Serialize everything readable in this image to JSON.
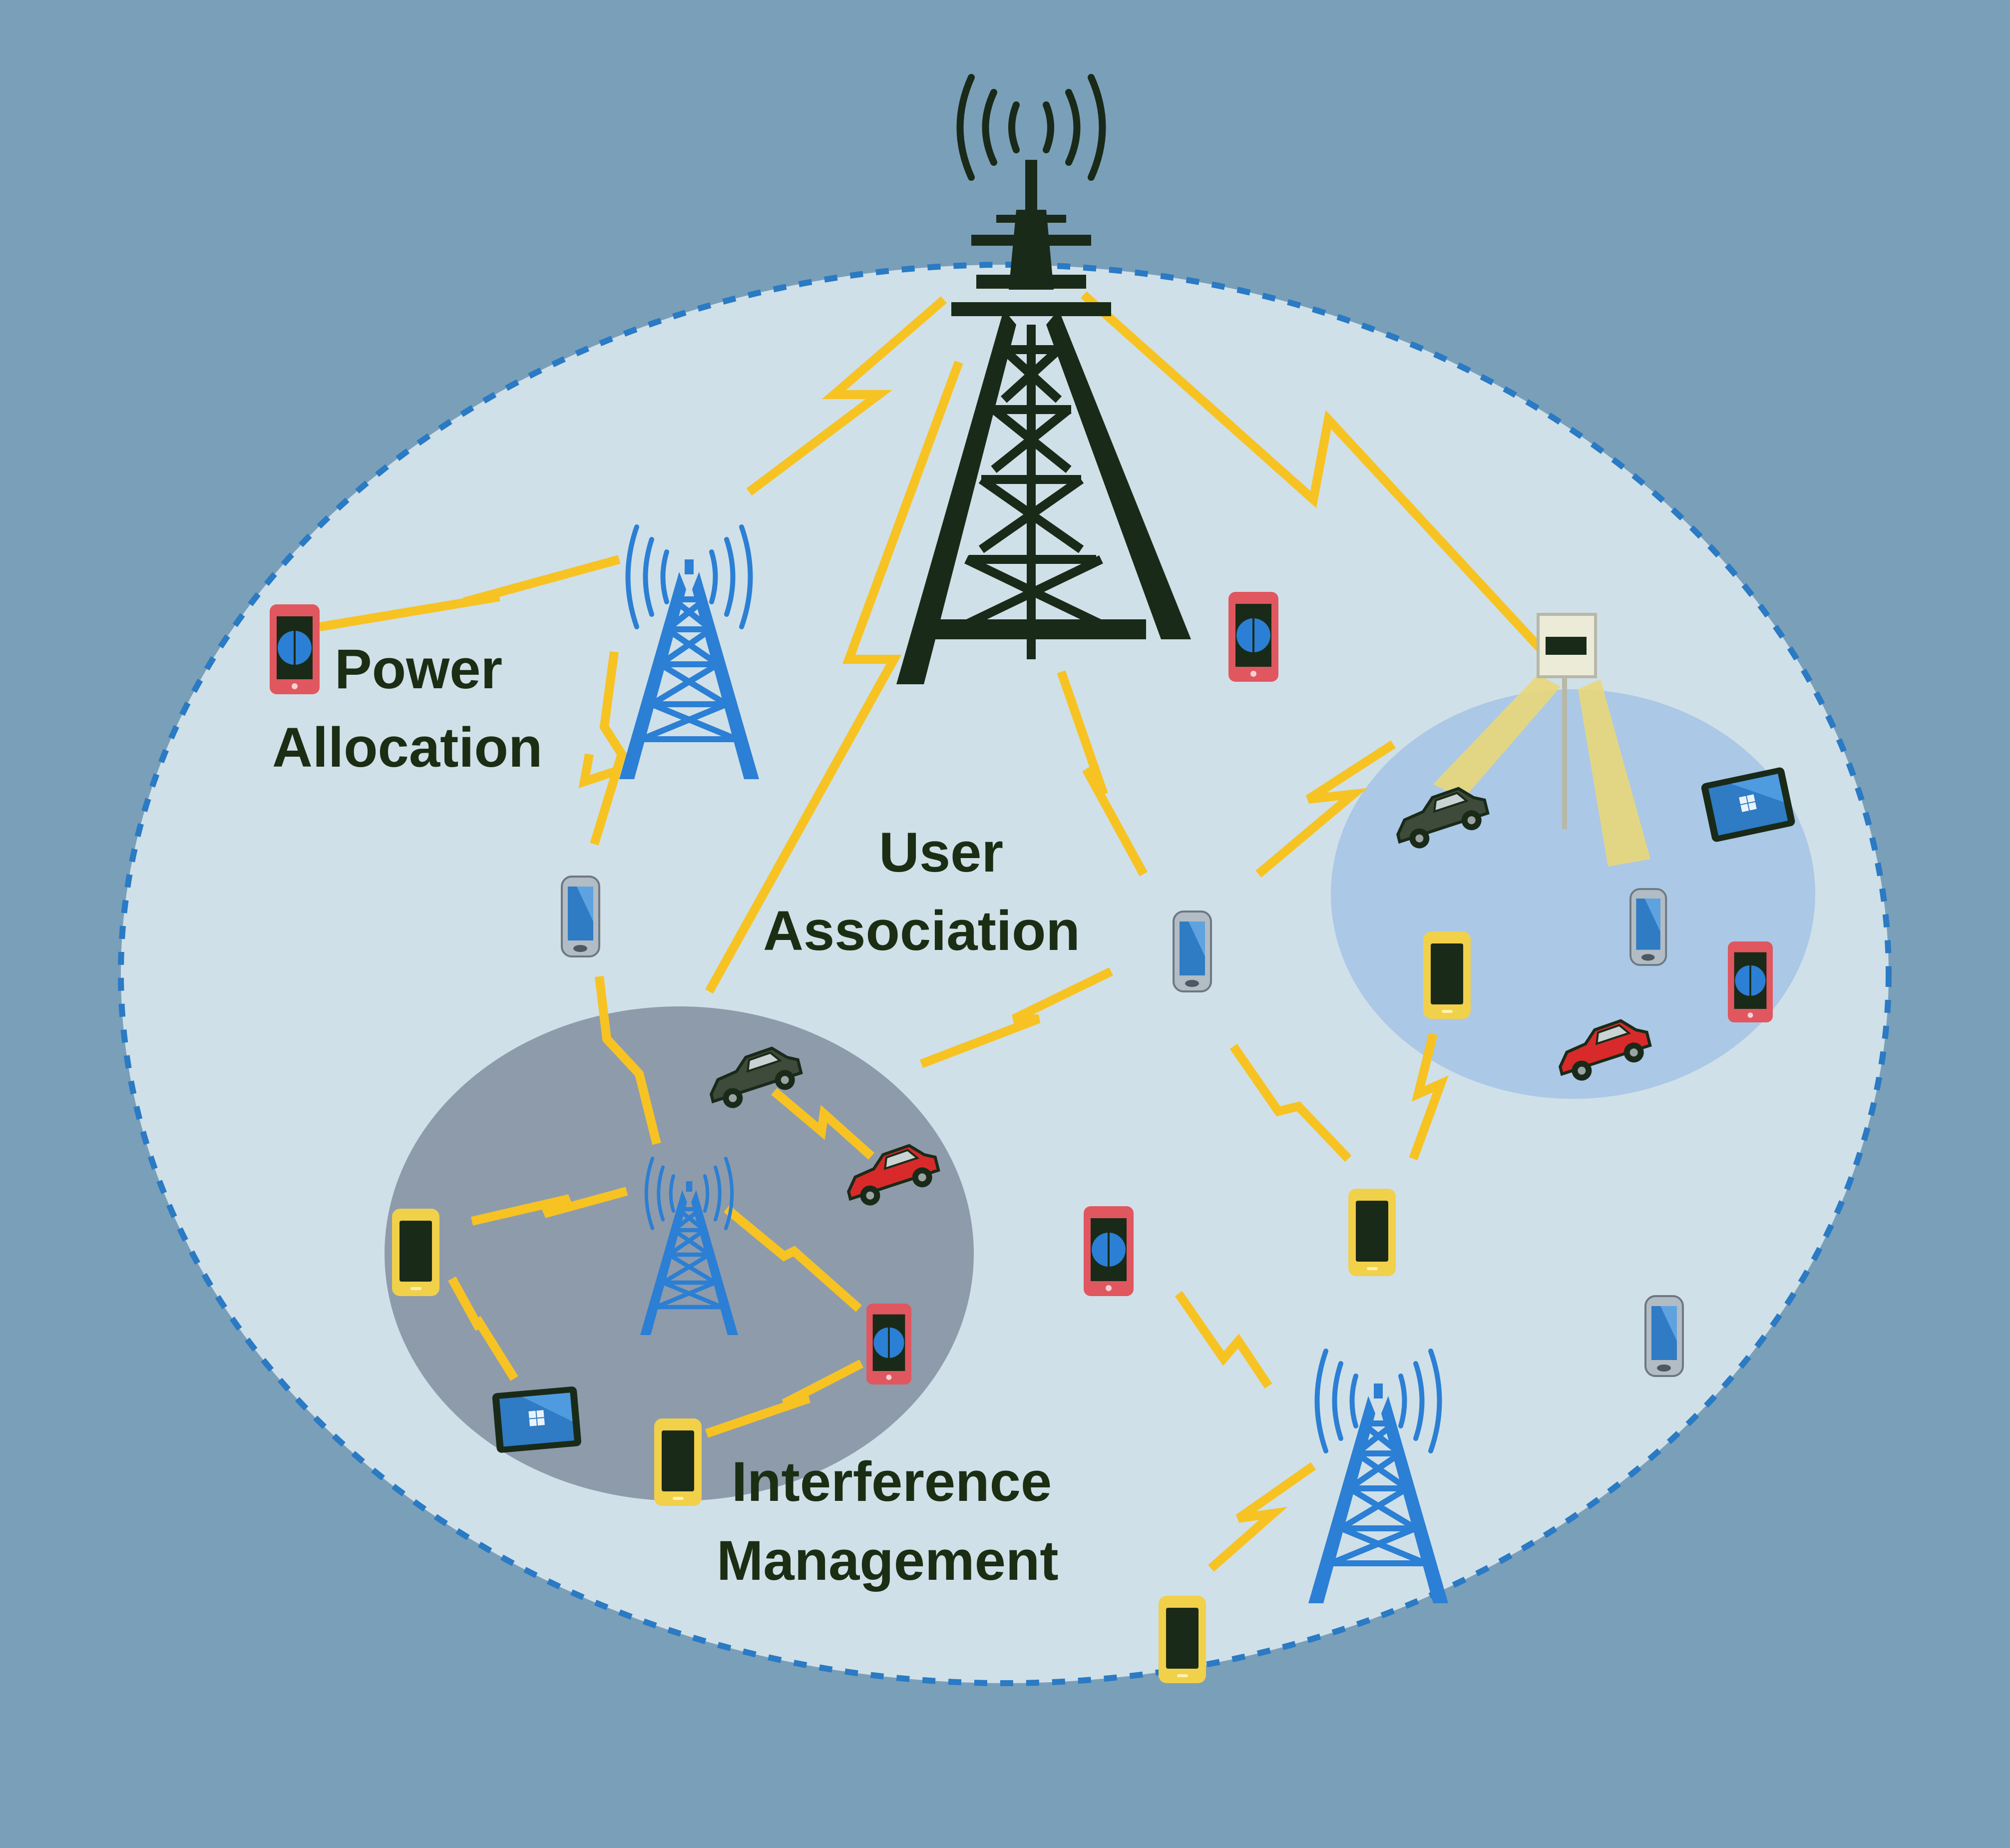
{
  "labels": {
    "power_1": "Power",
    "power_2": "Allocation",
    "user_1": "User",
    "user_2": "Association",
    "interference_1": "Interference",
    "interference_2": "Management"
  },
  "colors": {
    "background": "#7a9fb9",
    "macro_cell": "#d0e0e8",
    "macro_border": "#2a7ac4",
    "small_cell_right": "#abc8e6",
    "small_cell_left": "#8e9bab",
    "text": "#1b2e14",
    "macro_tower": "#1a2a18",
    "small_tower": "#2b7fd4",
    "link": "#f7c323",
    "phone_red": "#e0575f",
    "phone_yellow": "#f1d04a",
    "phone_gray": "#b2bcc4",
    "car_red": "#d82a2a",
    "car_dark": "#3e4a3a"
  }
}
